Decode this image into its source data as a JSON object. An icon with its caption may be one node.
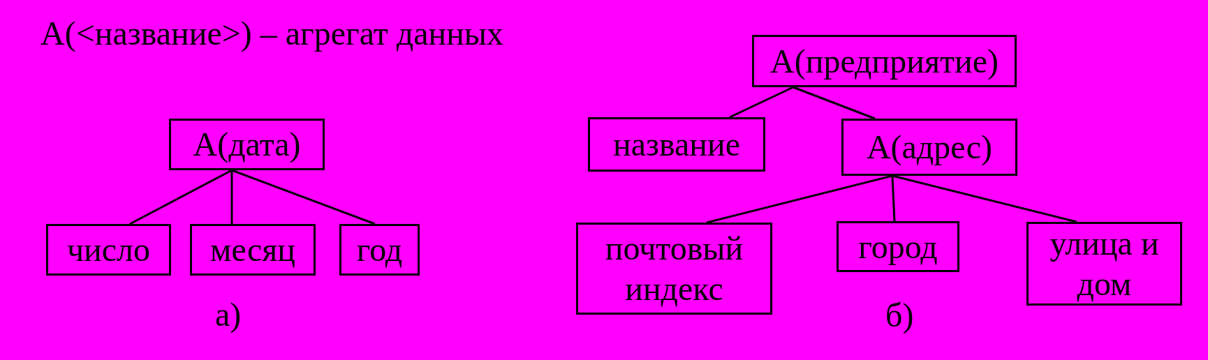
{
  "diagram": {
    "title": "A(<название>) – агрегат данных",
    "nodes": [
      {
        "text": [
          "A(дата)"
        ]
      },
      {
        "text": [
          "число"
        ]
      },
      {
        "text": [
          "месяц"
        ]
      },
      {
        "text": [
          "год"
        ]
      },
      {
        "text": [
          "A(предприятие)"
        ]
      },
      {
        "text": [
          "название"
        ]
      },
      {
        "text": [
          "A(адрес)"
        ]
      },
      {
        "text": [
          "почтовый индекс"
        ]
      },
      {
        "text": [
          "город"
        ]
      },
      {
        "text": [
          "улица и дом"
        ]
      }
    ],
    "edges": [
      {
        "from": 0,
        "to": 1,
        "arrow": "none"
      },
      {
        "from": 0,
        "to": 2,
        "arrow": "none"
      },
      {
        "from": 0,
        "to": 3,
        "arrow": "none"
      },
      {
        "from": 4,
        "to": 5,
        "arrow": "none"
      },
      {
        "from": 4,
        "to": 6,
        "arrow": "none"
      },
      {
        "from": 6,
        "to": 7,
        "arrow": "none"
      },
      {
        "from": 6,
        "to": 8,
        "arrow": "none"
      },
      {
        "from": 6,
        "to": 9,
        "arrow": "none"
      }
    ],
    "labels": [
      "а)",
      "б)"
    ]
  }
}
